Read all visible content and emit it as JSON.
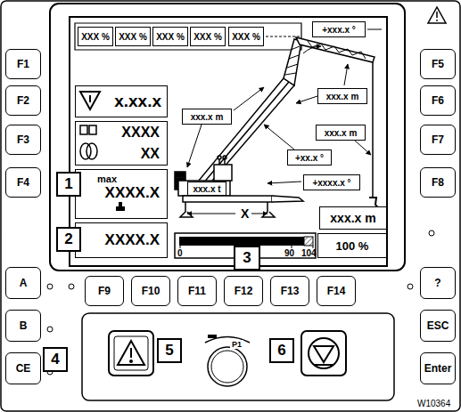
{
  "diagram": {
    "nodes": [
      {
        "text": [
          "F1"
        ]
      },
      {
        "text": [
          "F2"
        ]
      },
      {
        "text": [
          "F3"
        ]
      },
      {
        "text": [
          "F4"
        ]
      },
      {
        "text": [
          "F5"
        ]
      },
      {
        "text": [
          "F6"
        ]
      },
      {
        "text": [
          "F7"
        ]
      },
      {
        "text": [
          "F8"
        ]
      },
      {
        "text": [
          "XXX %"
        ]
      },
      {
        "text": [
          "XXX %"
        ]
      },
      {
        "text": [
          "XXX %"
        ]
      },
      {
        "text": [
          "XXX %"
        ]
      },
      {
        "text": [
          "XXX %"
        ]
      },
      {
        "text": [
          "x.xx.x"
        ]
      },
      {
        "text": [
          "XXXX",
          "XX"
        ]
      },
      {
        "text": [
          "max",
          "XXXX.X"
        ]
      },
      {
        "text": [
          "1"
        ]
      },
      {
        "text": [
          "XXXX.X"
        ]
      },
      {
        "text": [
          "2"
        ]
      },
      {
        "text": [
          "+xxx.x °"
        ]
      },
      {
        "text": [
          "xxx.x m"
        ]
      },
      {
        "text": [
          "xxx.x m"
        ]
      },
      {
        "text": [
          "xxx.x m"
        ]
      },
      {
        "text": [
          "+xx.x °"
        ]
      },
      {
        "text": [
          "+xxxx.x °"
        ]
      },
      {
        "text": [
          "xxx.x t"
        ]
      },
      {
        "text": [
          "xxx.x m"
        ]
      },
      {
        "text": [
          "100 %"
        ]
      },
      {
        "text": [
          "3"
        ]
      },
      {
        "text": [
          "A"
        ]
      },
      {
        "text": [
          "B"
        ]
      },
      {
        "text": [
          "CE"
        ]
      },
      {
        "text": [
          "?"
        ]
      },
      {
        "text": [
          "ESC"
        ]
      },
      {
        "text": [
          "Enter"
        ]
      },
      {
        "text": [
          "F9"
        ]
      },
      {
        "text": [
          "F10"
        ]
      },
      {
        "text": [
          "F11"
        ]
      },
      {
        "text": [
          "F12"
        ]
      },
      {
        "text": [
          "F13"
        ]
      },
      {
        "text": [
          "F14"
        ]
      },
      {
        "text": [
          "4"
        ]
      },
      {
        "text": [
          "5"
        ]
      },
      {
        "text": [
          "6"
        ]
      }
    ],
    "edges": [],
    "labels": [
      "X",
      "0",
      "90",
      "104",
      "P1",
      "W10364"
    ]
  }
}
